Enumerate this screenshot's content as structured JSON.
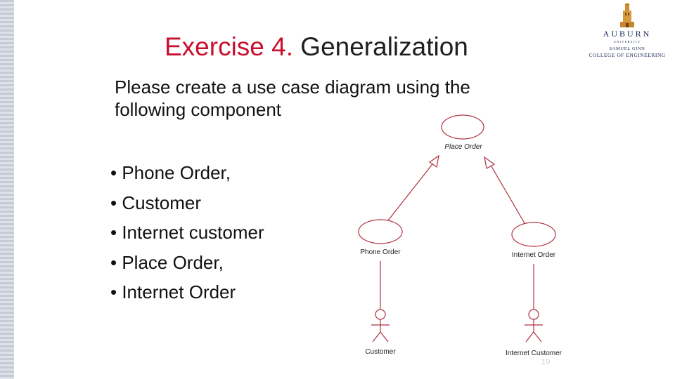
{
  "slide": {
    "title_number": "Exercise 4.",
    "title_text": "Generalization",
    "intro_lines": [
      "Please create a use case diagram using the",
      "following component"
    ],
    "bullets": [
      "• Phone Order,",
      "• Customer",
      "• Internet customer",
      "• Place Order,",
      "• Internet Order"
    ],
    "slide_number": "19",
    "accent_color": "#c8102e"
  },
  "logo": {
    "name": "AUBURN",
    "line2": "UNIVERSITY",
    "line3": "SAMUEL GINN",
    "line4": "COLLEGE OF ENGINEERING",
    "icon": "tower-icon"
  },
  "diagram": {
    "use_cases": {
      "place_order": "Place Order",
      "phone_order": "Phone Order",
      "internet_order": "Internet Order"
    },
    "actors": {
      "customer": "Customer",
      "internet_customer": "Internet Customer"
    },
    "line_color": "#b03040"
  }
}
